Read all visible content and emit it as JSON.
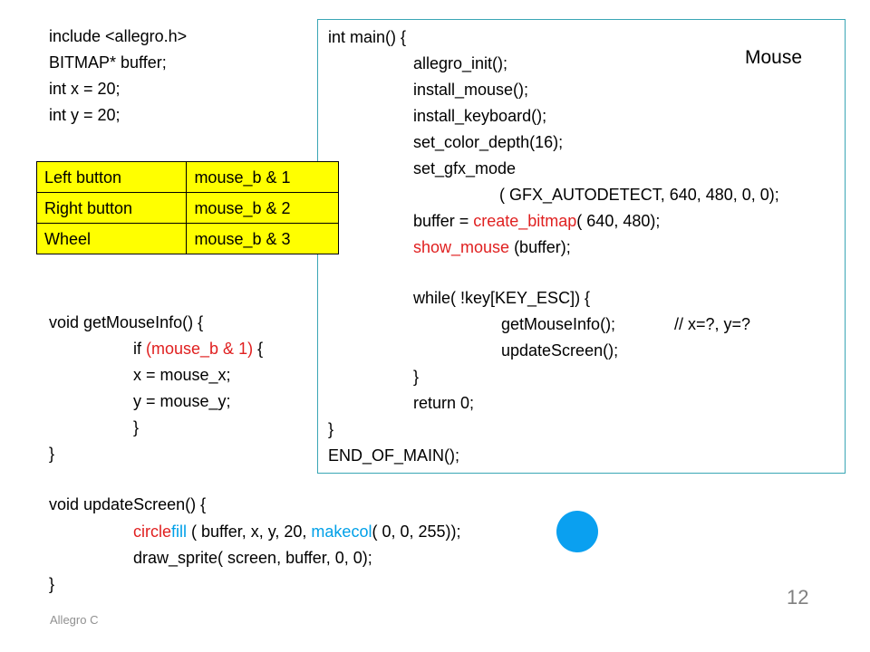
{
  "slide": {
    "title": "Mouse",
    "page_number": "12",
    "footer": "Allegro C"
  },
  "left_code": {
    "l1": "include <allegro.h>",
    "l2": "BITMAP* buffer;",
    "l3": "int x = 20;",
    "l4": "int y = 20;"
  },
  "buttons_table": {
    "rows": [
      {
        "button": "Left button",
        "expr": "mouse_b & 1"
      },
      {
        "button": "Right button",
        "expr": "mouse_b & 2"
      },
      {
        "button": "Wheel",
        "expr": "mouse_b & 3"
      }
    ]
  },
  "get_mouse_info": {
    "l1": "void getMouseInfo() {",
    "l2_kw": "if ",
    "l2_cond": "(mouse_b & 1)",
    "l2_end": " {",
    "l3": "x = mouse_x;",
    "l4": "y = mouse_y;",
    "l5": "}",
    "l6": "}"
  },
  "update_screen": {
    "l1": "void updateScreen() {",
    "l2_fn": "circlefill",
    "l2_mid": " ( buffer, x, y, 20, ",
    "l2_fn2": "makecol",
    "l2_end": "( 0, 0, 255));",
    "l3": "draw_sprite( screen, buffer, 0, 0);",
    "l4": "}"
  },
  "main_code": {
    "l1": "int main() {",
    "l2": "allegro_init();",
    "l3": "install_mouse();",
    "l4": "install_keyboard();",
    "l5": "set_color_depth(16);",
    "l6": "set_gfx_mode",
    "l7": "( GFX_AUTODETECT, 640, 480, 0, 0);",
    "l8_pre": "buffer = ",
    "l8_fn": "create_bitmap",
    "l8_end": "( 640, 480);",
    "l9_fn": "show_mouse",
    "l9_end": " (buffer);",
    "l10": "while( !key[KEY_ESC]) {",
    "l11_call": "getMouseInfo();",
    "l11_comment": "// x=?, y=?",
    "l12": "updateScreen();",
    "l13": "}",
    "l14": "return 0;",
    "l15": "}",
    "l16": "END_OF_MAIN();"
  },
  "colors": {
    "keyword_red": "#e02020",
    "keyword_blue": "#00a0e8",
    "table_fill": "#ffff00",
    "box_border": "#3aa6b5",
    "circle": "#0aa0f0"
  }
}
